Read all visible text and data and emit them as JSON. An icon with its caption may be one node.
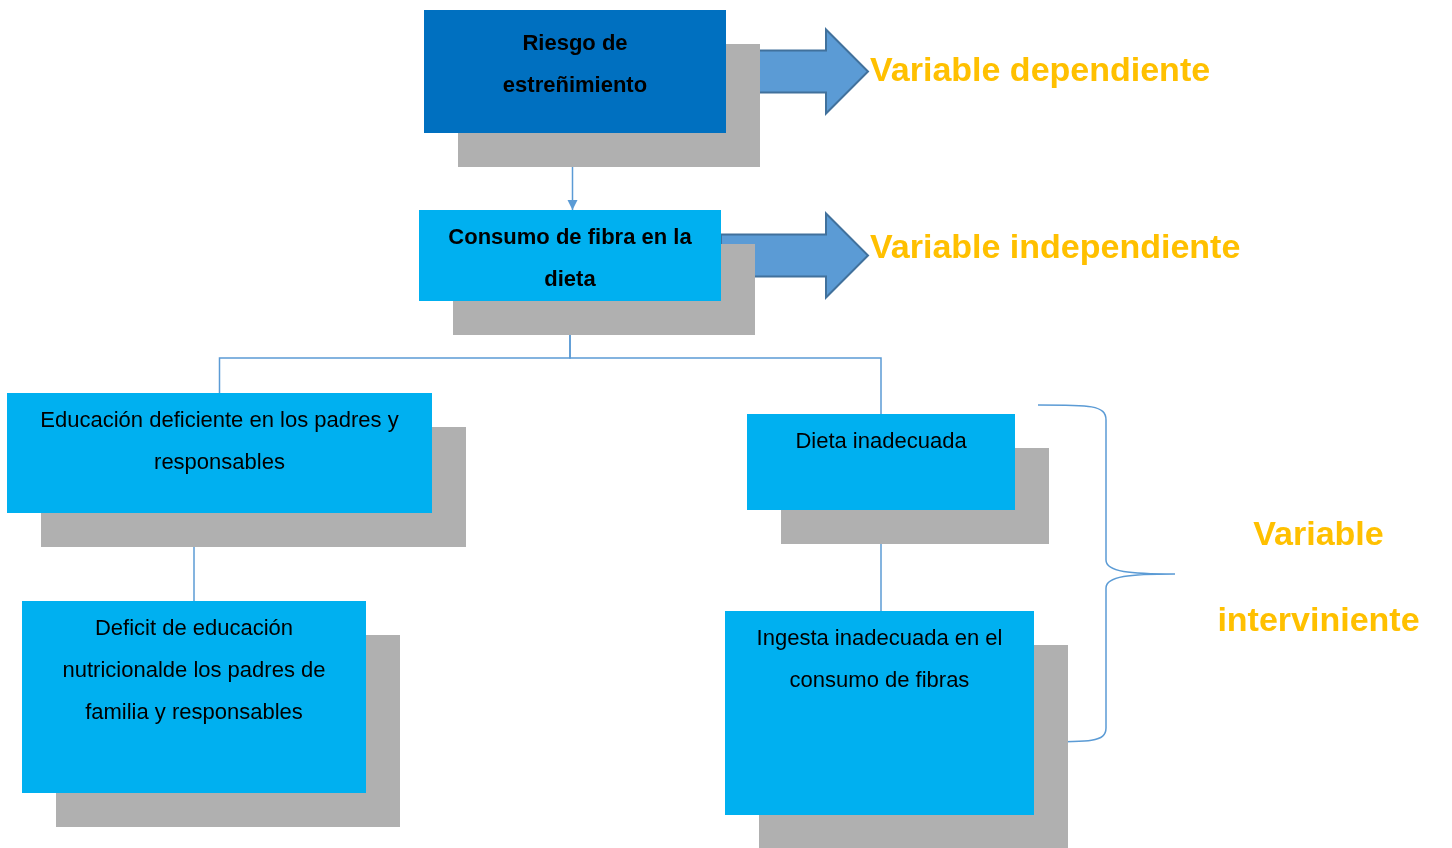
{
  "diagram": {
    "nodes": [
      {
        "text": [
          "Riesgo de estreñimiento"
        ]
      },
      {
        "text": [
          "Variable dependiente"
        ]
      },
      {
        "text": [
          "Consumo de fibra en la dieta"
        ]
      },
      {
        "text": [
          "Variable independiente"
        ]
      },
      {
        "text": [
          "Educación deficiente en los padres y responsables"
        ]
      },
      {
        "text": [
          "Deficit de educación nutricionalde los padres de familia y responsables"
        ]
      },
      {
        "text": [
          "Dieta inadecuada"
        ]
      },
      {
        "text": [
          "Ingesta inadecuada en el consumo de fibras"
        ]
      }
    ],
    "edges": [
      {
        "from": 0,
        "to": 1,
        "arrow": "to",
        "style": "thick"
      },
      {
        "from": 0,
        "to": 2,
        "arrow": "to"
      },
      {
        "from": 2,
        "to": 3,
        "arrow": "to",
        "style": "thick"
      },
      {
        "from": 2,
        "to": 4,
        "arrow": "none"
      },
      {
        "from": 2,
        "to": 6,
        "arrow": "none"
      },
      {
        "from": 4,
        "to": 5,
        "arrow": "none"
      },
      {
        "from": 6,
        "to": 7,
        "arrow": "none"
      }
    ],
    "labels": [
      "Variable interviniente"
    ]
  }
}
